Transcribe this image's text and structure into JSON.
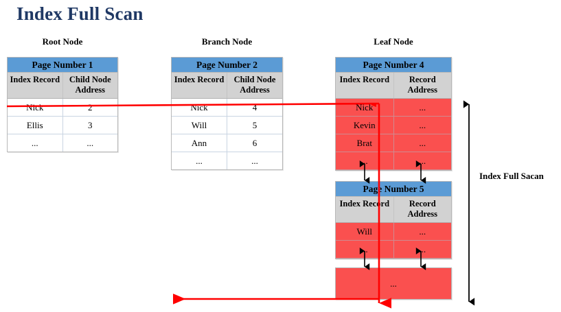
{
  "title": "Index Full Scan",
  "captions": {
    "root": "Root Node",
    "branch": "Branch Node",
    "leaf": "Leaf Node"
  },
  "annotation": {
    "scan_label": "Index Full Sacan"
  },
  "colors": {
    "title": "#1F3864",
    "page_header_blue": "#5B9BD5",
    "column_header_gray": "#D2D2D2",
    "highlight_red": "#FA504F",
    "arrow_red": "#FF0000",
    "arrow_black": "#000000",
    "border_gray": "#B8B8B8"
  },
  "tables": {
    "root": {
      "page_title": "Page Number 1",
      "columns": [
        "Index Record",
        "Child Node Address"
      ],
      "rows": [
        {
          "index_record": "Nick",
          "address": "2",
          "highlight": false
        },
        {
          "index_record": "Ellis",
          "address": "3",
          "highlight": false
        },
        {
          "index_record": "...",
          "address": "...",
          "highlight": false
        }
      ]
    },
    "branch": {
      "page_title": "Page Number 2",
      "columns": [
        "Index Record",
        "Child Node Address"
      ],
      "rows": [
        {
          "index_record": "Nick",
          "address": "4",
          "highlight": false
        },
        {
          "index_record": "Will",
          "address": "5",
          "highlight": false
        },
        {
          "index_record": "Ann",
          "address": "6",
          "highlight": false
        },
        {
          "index_record": "...",
          "address": "...",
          "highlight": false
        }
      ]
    },
    "leaf_page4": {
      "page_title": "Page Number 4",
      "columns": [
        "Index Record",
        "Record Address"
      ],
      "rows": [
        {
          "index_record": "Nick",
          "address": "...",
          "highlight": true
        },
        {
          "index_record": "Kevin",
          "address": "...",
          "highlight": true
        },
        {
          "index_record": "Brat",
          "address": "...",
          "highlight": true
        },
        {
          "index_record": "...",
          "address": "...",
          "highlight": true
        }
      ]
    },
    "leaf_page5": {
      "page_title": "Page Number 5",
      "columns": [
        "Index Record",
        "Record Address"
      ],
      "rows": [
        {
          "index_record": "Will",
          "address": "...",
          "highlight": true
        },
        {
          "index_record": "...",
          "address": "...",
          "highlight": true
        }
      ]
    },
    "leaf_next": {
      "ellipsis": "..."
    }
  }
}
